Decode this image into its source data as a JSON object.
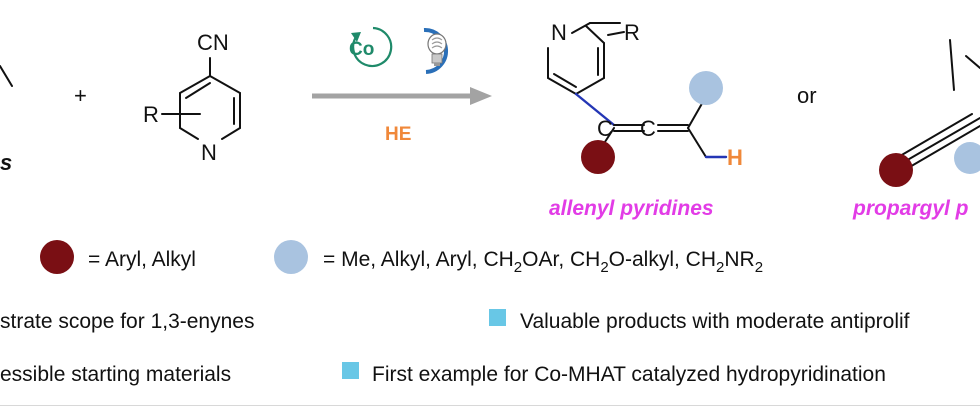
{
  "reagents": {
    "left_label": "s",
    "plus": "+",
    "cyano_group": "CN",
    "r_group": "R",
    "ring_n": "N"
  },
  "arrow": {
    "catalyst_label": "Co",
    "reagent_label": "HE",
    "catalyst_color": "#1f8a6a",
    "light_color": "#2a6fb8",
    "reagent_color": "#f0883a"
  },
  "product_allenyl": {
    "ring_n": "N",
    "r_group": "R",
    "allene_c1": "C",
    "allene_c2": "C",
    "hydrogen": "H",
    "label": "allenyl pyridines"
  },
  "separator": "or",
  "product_propargyl": {
    "label": "propargyl p"
  },
  "legend": {
    "dark_group": "= Aryl, Alkyl",
    "light_group_parts": [
      "= Me, Alkyl, Aryl, CH",
      "2",
      "OAr, CH",
      "2",
      "O-alkyl, CH",
      "2",
      "NR",
      "2"
    ],
    "dark_color": "#7a0f14",
    "light_color": "#a9c3e0"
  },
  "features": {
    "left_1": "strate scope for 1,3-enynes",
    "left_2": "essible starting materials",
    "right_1": "Valuable products with moderate antiprolif",
    "right_2": "First example for Co-MHAT catalyzed hydropyridination",
    "bullet_color": "#68c7e6"
  },
  "magenta": "#e23ce6"
}
